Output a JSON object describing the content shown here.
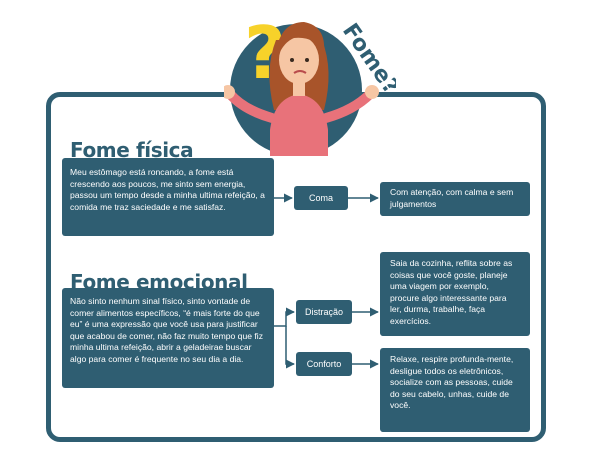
{
  "illustration": {
    "question_mark": "?",
    "speech": "Fome?"
  },
  "sections": {
    "physical": {
      "title": "Fome física",
      "description": "Meu estômago está roncando, a fome está crescendo aos poucos,  me sinto sem energia, passou um tempo desde a minha ultima refeição, a comida me traz saciedade e me satisfaz.",
      "action": "Coma",
      "advice": "Com atenção, com calma e sem julgamentos"
    },
    "emotional": {
      "title": "Fome emocional",
      "description": "Não sinto nenhum sinal físico, sinto vontade de comer alimentos específicos, “é mais forte do que eu” é uma expressão que você usa para justificar que acabou de comer, não faz muito tempo que fiz minha ultima refeição, abrir a geladeirae buscar algo para comer é frequente no seu dia a dia.",
      "options": [
        {
          "label": "Distração",
          "advice": "Saia da cozinha, reflita sobre as coisas que você goste, planeje uma viagem por exemplo, procure algo interessante para ler, durma, trabalhe, faça exercícios."
        },
        {
          "label": "Conforto",
          "advice": "Relaxe, respire profunda-mente, desligue todos os eletrônicos, socialize com as pessoas, cuide do seu cabelo, unhas, cuide de você."
        }
      ]
    }
  },
  "colors": {
    "primary": "#2f5e72",
    "accent": "#f7d22a",
    "skin": "#f6c6a4",
    "shirt": "#e8727a",
    "hair": "#a8542a"
  }
}
